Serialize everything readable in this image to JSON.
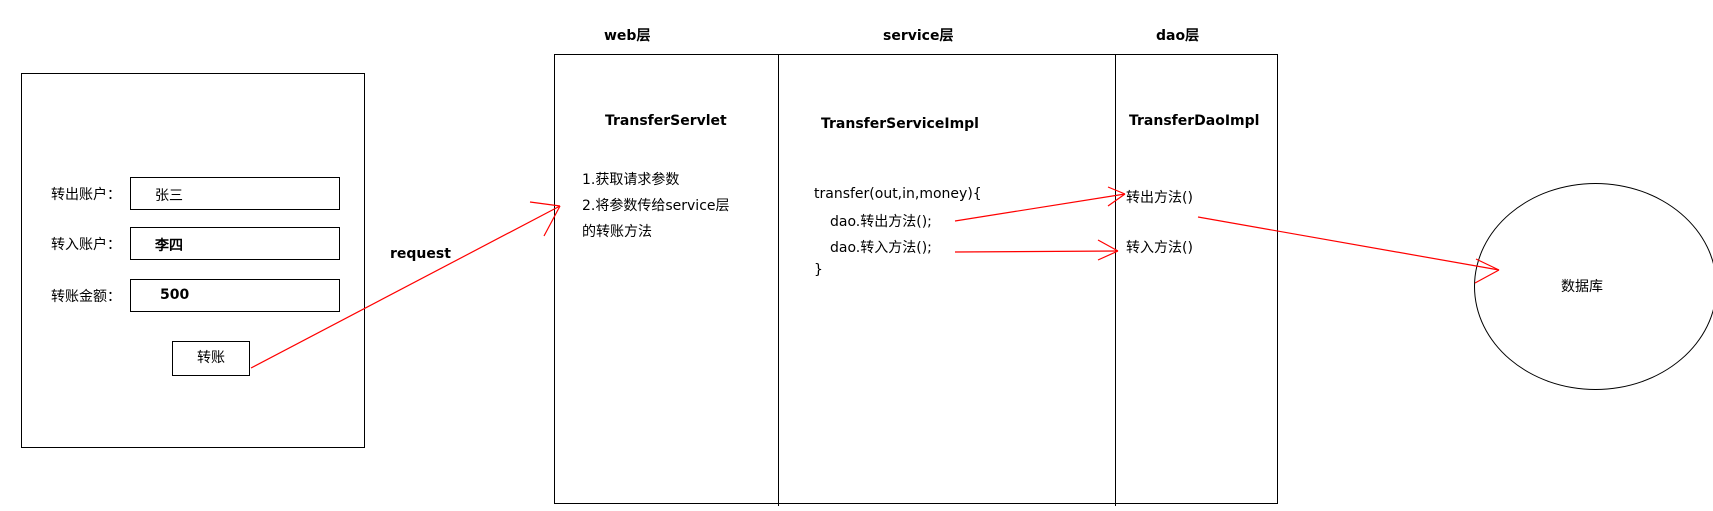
{
  "form": {
    "out_account_label": "转出账户：",
    "out_account_value": "张三",
    "in_account_label": "转入账户：",
    "in_account_value": "李四",
    "amount_label": "转账金额：",
    "amount_value": "500",
    "submit_label": "转账"
  },
  "request_label": "request",
  "layers": {
    "web": {
      "title": "web层",
      "class_name": "TransferServlet",
      "steps": [
        "1.获取请求参数",
        "2.将参数传给service层",
        "的转账方法"
      ]
    },
    "service": {
      "title": "service层",
      "class_name": "TransferServiceImpl",
      "code": [
        "transfer(out,in,money){",
        "dao.转出方法();",
        "dao.转入方法();",
        "}"
      ]
    },
    "dao": {
      "title": "dao层",
      "class_name": "TransferDaoImpl",
      "methods": [
        "转出方法()",
        "转入方法()"
      ]
    }
  },
  "database_label": "数据库",
  "colors": {
    "arrow": "#ff0000",
    "line": "#000000"
  }
}
